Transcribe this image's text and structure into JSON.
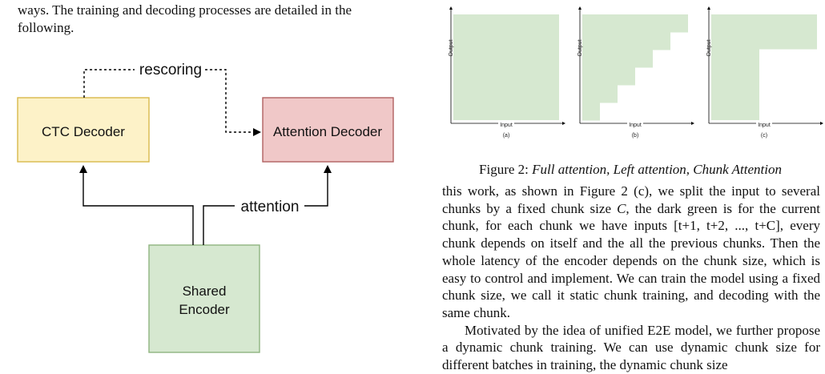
{
  "intro": {
    "line1": "ways. The training and decoding processes are detailed in the",
    "line2": "following."
  },
  "diagram": {
    "ctc_label": "CTC Decoder",
    "attention_decoder_label": "Attention Decoder",
    "encoder_line1": "Shared",
    "encoder_line2": "Encoder",
    "rescoring_label": "rescoring",
    "attention_label": "attention",
    "colors": {
      "ctc_fill": "#fdf2c8",
      "ctc_stroke": "#d8b84a",
      "att_fill": "#f0c8c8",
      "att_stroke": "#b06060",
      "enc_fill": "#d6e8d0",
      "enc_stroke": "#8fb47f"
    }
  },
  "figure": {
    "axis_x": "Input",
    "axis_y": "Output",
    "panels": [
      {
        "id": "a",
        "label": "(a)",
        "mode": "full"
      },
      {
        "id": "b",
        "label": "(b)",
        "mode": "left"
      },
      {
        "id": "c",
        "label": "(c)",
        "mode": "chunk"
      }
    ],
    "caption_prefix": "Figure 2: ",
    "caption_italic": "Full attention, Left attention, Chunk Attention",
    "colors": {
      "attended": "#d6e8d0",
      "masked": "#ffffff"
    }
  },
  "body": {
    "p1_part1": "this work, as shown in Figure 2 (c), we split the input to several chunks by a fixed chunk size ",
    "p1_var": "C",
    "p1_part2": ", the dark green is for the current chunk, for each chunk we have inputs [t+1, t+2, ..., t+C], every chunk depends on itself and the all the previous chunks. Then the whole latency of the encoder depends on the chunk size, which is easy to control and implement. We can train the model using a fixed chunk size, we call it static chunk training, and decoding with the same chunk.",
    "p2": "Motivated by the idea of unified E2E model, we further propose a dynamic chunk training. We can use dynamic chunk size for different batches in training, the dynamic chunk size"
  }
}
